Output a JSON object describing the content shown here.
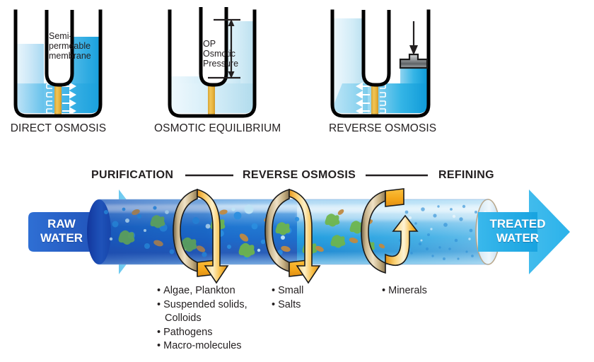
{
  "title": "Reverse Osmosis Water Treatment Diagram",
  "colors": {
    "water_light": "#cfe9f7",
    "water_mid": "#76c5ea",
    "water_deep": "#1b9fdc",
    "membrane_gold": "#e8b33c",
    "ribbon_orange": "#f4a81d",
    "pipe_blue": "#1f62c8",
    "arrow_cyan": "#35b8ee",
    "text_dark": "#231f20",
    "tube_outline": "#000000"
  },
  "panels": [
    {
      "id": "direct-osmosis",
      "caption": "DIRECT OSMOSIS",
      "note": "Semi-\npermeable\nmembrane",
      "flow_direction": "right",
      "left_level": "low",
      "right_level": "high"
    },
    {
      "id": "osmotic-equilibrium",
      "caption": "OSMOTIC EQUILIBRIUM",
      "note": "OP\nOsmotic\nPressure",
      "flow_direction": "none",
      "left_level": "low",
      "right_level": "high"
    },
    {
      "id": "reverse-osmosis",
      "caption": "REVERSE OSMOSIS",
      "note": "",
      "flow_direction": "left",
      "left_level": "high",
      "right_level": "high"
    }
  ],
  "process": {
    "headings": [
      {
        "label": "PURIFICATION"
      },
      {
        "label": "REVERSE OSMOSIS"
      },
      {
        "label": "REFINING"
      }
    ],
    "inlet_label": "RAW\nWATER",
    "outlet_label": "TREATED\nWATER",
    "stage_columns": [
      {
        "id": "purification",
        "loop_direction": "down",
        "items": [
          {
            "text": "Algae, Plankton",
            "continuation": ""
          },
          {
            "text": "Suspended solids,",
            "continuation": "Colloids"
          },
          {
            "text": "Pathogens",
            "continuation": ""
          },
          {
            "text": "Macro-molecules",
            "continuation": ""
          }
        ]
      },
      {
        "id": "reverse-osmosis",
        "loop_direction": "down",
        "items": [
          {
            "text": "Small",
            "continuation": ""
          },
          {
            "text": "Salts",
            "continuation": ""
          }
        ]
      },
      {
        "id": "refining",
        "loop_direction": "up",
        "items": [
          {
            "text": "Minerals",
            "continuation": ""
          }
        ]
      }
    ]
  }
}
